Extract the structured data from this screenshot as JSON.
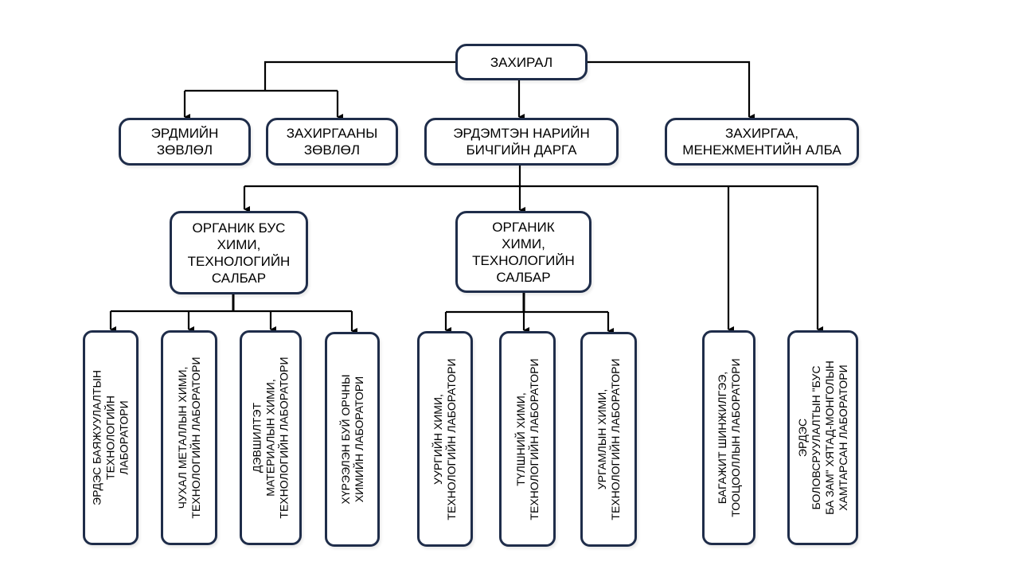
{
  "diagram": {
    "type": "org-chart",
    "border_color": "#1f2d4a",
    "line_color": "#000000",
    "nodes": {
      "director": "ЗАХИРАЛ",
      "scientific_council": "ЭРДМИЙН\nЗӨВЛӨЛ",
      "management_council": "ЗАХИРГААНЫ\nЗӨВЛӨЛ",
      "scientific_secretary": "ЭРДЭМТЭН НАРИЙН\nБИЧГИЙН ДАРГА",
      "admin_office": "ЗАХИРГАА,\nМЕНЕЖМЕНТИЙН АЛБА",
      "inorganic_branch": "ОРГАНИК БУС\nХИМИ,\nТЕХНОЛОГИЙН\nСАЛБАР",
      "organic_branch": "ОРГАНИК\nХИМИ,\nТЕХНОЛОГИЙН\nСАЛБАР",
      "labs": [
        "ЭРДЭС БАЯЖУУЛАЛТЫН\nТЕХНОЛОГИЙН\nЛАБОРАТОРИ",
        "ЧУХАЛ МЕТАЛЛЫН ХИМИ,\nТЕХНОЛОГИЙН ЛАБОРАТОРИ",
        "ДЭВШИЛТЭТ\nМАТЕРИАЛЫН ХИМИ,\nТЕХНОЛОГИЙН ЛАБОРАТОРИ",
        "ХҮРЭЭЛЭН БУЙ ОРЧНЫ\nХИМИЙН ЛАБОРАТОРИ",
        "УУРГИЙН ХИМИ,\nТЕХНОЛОГИЙН ЛАБОРАТОРИ",
        "ТҮЛШНИЙ ХИМИ,\nТЕХНОЛОГИЙН ЛАБОРАТОРИ",
        "УРГАМЛЫН ХИМИ,\nТЕХНОЛОГИЙН ЛАБОРАТОРИ",
        "БАГАЖИТ ШИНЖИЛГЭЭ,\nТООЦООЛЛЫН ЛАБОРАТОРИ",
        "ЭРДЭС\nБОЛОВСРУУЛАЛТЫН \"БУС\nБА ЗАМ\" ХЯТАД-МОНГОЛЫН\nХАМТАРСАН ЛАБОРАТОРИ"
      ]
    },
    "edges": [
      [
        "director",
        "scientific_council"
      ],
      [
        "director",
        "management_council"
      ],
      [
        "director",
        "scientific_secretary"
      ],
      [
        "director",
        "admin_office"
      ],
      [
        "scientific_secretary",
        "inorganic_branch"
      ],
      [
        "scientific_secretary",
        "organic_branch"
      ],
      [
        "scientific_secretary",
        "lab-7"
      ],
      [
        "scientific_secretary",
        "lab-8"
      ],
      [
        "inorganic_branch",
        "lab-0"
      ],
      [
        "inorganic_branch",
        "lab-1"
      ],
      [
        "inorganic_branch",
        "lab-2"
      ],
      [
        "inorganic_branch",
        "lab-3"
      ],
      [
        "organic_branch",
        "lab-4"
      ],
      [
        "organic_branch",
        "lab-5"
      ],
      [
        "organic_branch",
        "lab-6"
      ]
    ]
  }
}
